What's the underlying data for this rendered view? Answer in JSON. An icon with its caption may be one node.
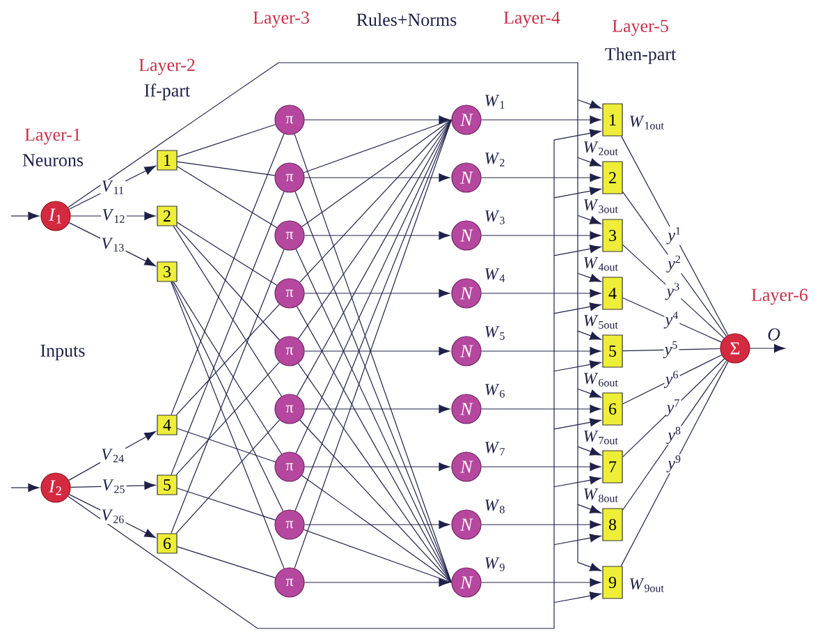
{
  "diagram": {
    "nodes": [
      {
        "text": [
          "*I*$_{1}$"
        ]
      },
      {
        "text": [
          "*I*$_{2}$"
        ]
      },
      {
        "text": [
          "1"
        ]
      },
      {
        "text": [
          "2"
        ]
      },
      {
        "text": [
          "3"
        ]
      },
      {
        "text": [
          "4"
        ]
      },
      {
        "text": [
          "5"
        ]
      },
      {
        "text": [
          "6"
        ]
      },
      {
        "text": [
          "π"
        ]
      },
      {
        "text": [
          "π"
        ]
      },
      {
        "text": [
          "π"
        ]
      },
      {
        "text": [
          "π"
        ]
      },
      {
        "text": [
          "π"
        ]
      },
      {
        "text": [
          "π"
        ]
      },
      {
        "text": [
          "π"
        ]
      },
      {
        "text": [
          "π"
        ]
      },
      {
        "text": [
          "π"
        ]
      },
      {
        "text": [
          "N"
        ],
        "beside": [
          "*W*$_{1}$"
        ]
      },
      {
        "text": [
          "N"
        ],
        "beside": [
          "*W*$_{2}$"
        ]
      },
      {
        "text": [
          "N"
        ],
        "beside": [
          "*W*$_{3}$"
        ]
      },
      {
        "text": [
          "N"
        ],
        "beside": [
          "*W*$_{4}$"
        ]
      },
      {
        "text": [
          "N"
        ],
        "beside": [
          "*W*$_{5}$"
        ]
      },
      {
        "text": [
          "N"
        ],
        "beside": [
          "*W*$_{6}$"
        ]
      },
      {
        "text": [
          "N"
        ],
        "beside": [
          "*W*$_{7}$"
        ]
      },
      {
        "text": [
          "N"
        ],
        "beside": [
          "*W*$_{8}$"
        ]
      },
      {
        "text": [
          "N"
        ],
        "beside": [
          "*W*$_{9}$"
        ]
      },
      {
        "text": [
          "1"
        ],
        "beside": [
          "*W*$_{1out}$"
        ]
      },
      {
        "text": [
          "2"
        ],
        "beside": [
          "*W*$_{2out}$"
        ]
      },
      {
        "text": [
          "3"
        ],
        "beside": [
          "*W*$_{3out}$"
        ]
      },
      {
        "text": [
          "4"
        ],
        "beside": [
          "*W*$_{4out}$"
        ]
      },
      {
        "text": [
          "5"
        ],
        "beside": [
          "*W*$_{5out}$"
        ]
      },
      {
        "text": [
          "6"
        ],
        "beside": [
          "*W*$_{6out}$"
        ]
      },
      {
        "text": [
          "7"
        ],
        "beside": [
          "*W*$_{7out}$"
        ]
      },
      {
        "text": [
          "8"
        ],
        "beside": [
          "*W*$_{8out}$"
        ]
      },
      {
        "text": [
          "9"
        ],
        "beside": [
          "*W*$_{9out}$"
        ]
      },
      {
        "text": [
          "Σ"
        ]
      }
    ],
    "edges": [
      {
        "from": null,
        "to": 0,
        "arrow": "to"
      },
      {
        "from": null,
        "to": 1,
        "arrow": "to"
      },
      {
        "from": 0,
        "to": 2,
        "arrow": "to",
        "label": "*V*$_{11}$"
      },
      {
        "from": 0,
        "to": 3,
        "arrow": "to",
        "label": "*V*$_{12}$"
      },
      {
        "from": 0,
        "to": 4,
        "arrow": "to",
        "label": "*V*$_{13}$"
      },
      {
        "from": 1,
        "to": 5,
        "arrow": "to",
        "label": "*V*$_{24}$"
      },
      {
        "from": 1,
        "to": 6,
        "arrow": "to",
        "label": "*V*$_{25}$"
      },
      {
        "from": 1,
        "to": 7,
        "arrow": "to",
        "label": "*V*$_{26}$"
      },
      {
        "from": 2,
        "to": 8,
        "arrow": "none"
      },
      {
        "from": 5,
        "to": 8,
        "arrow": "none"
      },
      {
        "from": 2,
        "to": 9,
        "arrow": "none"
      },
      {
        "from": 6,
        "to": 9,
        "arrow": "none"
      },
      {
        "from": 2,
        "to": 10,
        "arrow": "none"
      },
      {
        "from": 7,
        "to": 10,
        "arrow": "none"
      },
      {
        "from": 3,
        "to": 11,
        "arrow": "none"
      },
      {
        "from": 5,
        "to": 11,
        "arrow": "none"
      },
      {
        "from": 3,
        "to": 12,
        "arrow": "none"
      },
      {
        "from": 6,
        "to": 12,
        "arrow": "none"
      },
      {
        "from": 3,
        "to": 13,
        "arrow": "none"
      },
      {
        "from": 7,
        "to": 13,
        "arrow": "none"
      },
      {
        "from": 4,
        "to": 14,
        "arrow": "none"
      },
      {
        "from": 5,
        "to": 14,
        "arrow": "none"
      },
      {
        "from": 4,
        "to": 15,
        "arrow": "none"
      },
      {
        "from": 6,
        "to": 15,
        "arrow": "none"
      },
      {
        "from": 4,
        "to": 16,
        "arrow": "none"
      },
      {
        "from": 7,
        "to": 16,
        "arrow": "none"
      },
      {
        "from": 8,
        "to": 17,
        "arrow": "to"
      },
      {
        "from": 9,
        "to": 18,
        "arrow": "to"
      },
      {
        "from": 10,
        "to": 19,
        "arrow": "to"
      },
      {
        "from": 11,
        "to": 20,
        "arrow": "to"
      },
      {
        "from": 12,
        "to": 21,
        "arrow": "to"
      },
      {
        "from": 13,
        "to": 22,
        "arrow": "to"
      },
      {
        "from": 14,
        "to": 23,
        "arrow": "to"
      },
      {
        "from": 15,
        "to": 24,
        "arrow": "to"
      },
      {
        "from": 16,
        "to": 25,
        "arrow": "to"
      },
      {
        "from": 9,
        "to": 17,
        "arrow": "none"
      },
      {
        "from": 10,
        "to": 17,
        "arrow": "none"
      },
      {
        "from": 11,
        "to": 17,
        "arrow": "none"
      },
      {
        "from": 12,
        "to": 17,
        "arrow": "none"
      },
      {
        "from": 13,
        "to": 17,
        "arrow": "none"
      },
      {
        "from": 14,
        "to": 17,
        "arrow": "none"
      },
      {
        "from": 15,
        "to": 17,
        "arrow": "none"
      },
      {
        "from": 16,
        "to": 17,
        "arrow": "none"
      },
      {
        "from": 8,
        "to": 25,
        "arrow": "none"
      },
      {
        "from": 9,
        "to": 25,
        "arrow": "none"
      },
      {
        "from": 10,
        "to": 25,
        "arrow": "none"
      },
      {
        "from": 11,
        "to": 25,
        "arrow": "none"
      },
      {
        "from": 12,
        "to": 25,
        "arrow": "none"
      },
      {
        "from": 13,
        "to": 25,
        "arrow": "none"
      },
      {
        "from": 14,
        "to": 25,
        "arrow": "none"
      },
      {
        "from": 15,
        "to": 25,
        "arrow": "none"
      },
      {
        "from": 17,
        "to": 26,
        "arrow": "to"
      },
      {
        "from": 18,
        "to": 27,
        "arrow": "to"
      },
      {
        "from": 19,
        "to": 28,
        "arrow": "to"
      },
      {
        "from": 20,
        "to": 29,
        "arrow": "to"
      },
      {
        "from": 21,
        "to": 30,
        "arrow": "to"
      },
      {
        "from": 22,
        "to": 31,
        "arrow": "to"
      },
      {
        "from": 23,
        "to": 32,
        "arrow": "to"
      },
      {
        "from": 24,
        "to": 33,
        "arrow": "to"
      },
      {
        "from": 25,
        "to": 34,
        "arrow": "to"
      },
      {
        "from": 0,
        "to": 26,
        "arrow": "to"
      },
      {
        "from": 0,
        "to": 27,
        "arrow": "to"
      },
      {
        "from": 0,
        "to": 28,
        "arrow": "to"
      },
      {
        "from": 0,
        "to": 29,
        "arrow": "to"
      },
      {
        "from": 0,
        "to": 30,
        "arrow": "to"
      },
      {
        "from": 0,
        "to": 31,
        "arrow": "to"
      },
      {
        "from": 0,
        "to": 32,
        "arrow": "to"
      },
      {
        "from": 0,
        "to": 33,
        "arrow": "to"
      },
      {
        "from": 0,
        "to": 34,
        "arrow": "to"
      },
      {
        "from": 1,
        "to": 26,
        "arrow": "to"
      },
      {
        "from": 1,
        "to": 27,
        "arrow": "to"
      },
      {
        "from": 1,
        "to": 28,
        "arrow": "to"
      },
      {
        "from": 1,
        "to": 29,
        "arrow": "to"
      },
      {
        "from": 1,
        "to": 30,
        "arrow": "to"
      },
      {
        "from": 1,
        "to": 31,
        "arrow": "to"
      },
      {
        "from": 1,
        "to": 32,
        "arrow": "to"
      },
      {
        "from": 1,
        "to": 33,
        "arrow": "to"
      },
      {
        "from": 1,
        "to": 34,
        "arrow": "to"
      },
      {
        "from": 26,
        "to": 35,
        "arrow": "none",
        "label": "*y*$^{1}$"
      },
      {
        "from": 27,
        "to": 35,
        "arrow": "none",
        "label": "*y*$^{2}$"
      },
      {
        "from": 28,
        "to": 35,
        "arrow": "none",
        "label": "*y*$^{3}$"
      },
      {
        "from": 29,
        "to": 35,
        "arrow": "none",
        "label": "*y*$^{4}$"
      },
      {
        "from": 30,
        "to": 35,
        "arrow": "none",
        "label": "*y*$^{5}$"
      },
      {
        "from": 31,
        "to": 35,
        "arrow": "none",
        "label": "*y*$^{6}$"
      },
      {
        "from": 32,
        "to": 35,
        "arrow": "none",
        "label": "*y*$^{7}$"
      },
      {
        "from": 33,
        "to": 35,
        "arrow": "none",
        "label": "*y*$^{8}$"
      },
      {
        "from": 34,
        "to": 35,
        "arrow": "none",
        "label": "*y*$^{9}$"
      },
      {
        "from": 35,
        "to": null,
        "arrow": "to",
        "label": "*O*"
      }
    ],
    "labels": [
      "Layer-3",
      "Rules+Norms",
      "Layer-4",
      "Layer-5",
      "Then-part",
      "Layer-2",
      "If-part",
      "Layer-1",
      "Neurons",
      "Layer-6",
      "Inputs"
    ]
  }
}
